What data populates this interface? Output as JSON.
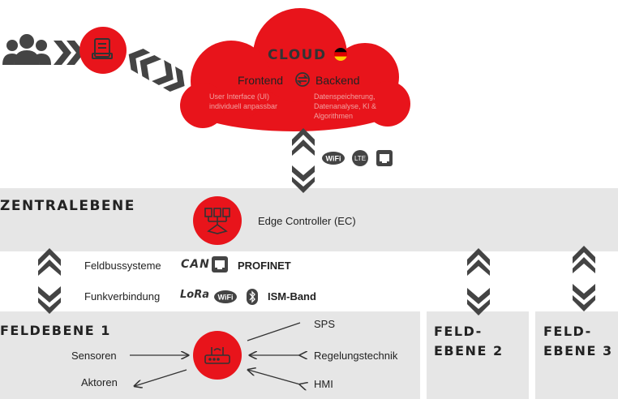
{
  "colors": {
    "red": "#e8141b",
    "dark": "#444444",
    "band": "#e6e6e6"
  },
  "cloud": {
    "title": "CLOUD",
    "flag": "germany-flag",
    "frontend": "Frontend",
    "backend": "Backend",
    "frontend_desc": "User Interface (UI) individuell anpassbar",
    "backend_desc": "Datenspeicherung, Datenanalyse, KI & Algorithmen"
  },
  "connectivity_icons": [
    "wifi-icon",
    "lte-icon",
    "ethernet-icon"
  ],
  "central": {
    "title": "ZENTRALEBENE",
    "controller": "Edge Controller (EC)"
  },
  "bus": {
    "feldbus": "Feldbussysteme",
    "can": "CAN",
    "profinet": "PROFINET",
    "funk": "Funkverbindung",
    "lora": "LoRa",
    "ism": "ISM-Band"
  },
  "field1": {
    "title": "FELDEBENE 1",
    "inputs": [
      "Sensoren",
      "Aktoren"
    ],
    "outputs": [
      "SPS",
      "Regelungstechnik",
      "HMI"
    ]
  },
  "field2": {
    "line1": "FELD-",
    "line2": "EBENE 2"
  },
  "field3": {
    "line1": "FELD-",
    "line2": "EBENE 3"
  }
}
